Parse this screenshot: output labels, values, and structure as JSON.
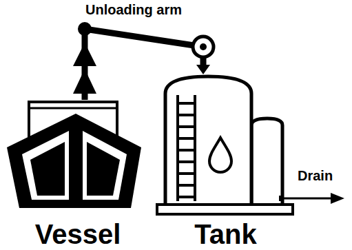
{
  "diagram": {
    "nodes": [
      {
        "text": [
          "Vessel"
        ]
      },
      {
        "text": [
          "Tank"
        ]
      }
    ],
    "edges": [
      {
        "from": 0,
        "to": 1,
        "label": "Unloading arm",
        "arrow": "to"
      }
    ],
    "labels": [
      "Drain"
    ]
  }
}
